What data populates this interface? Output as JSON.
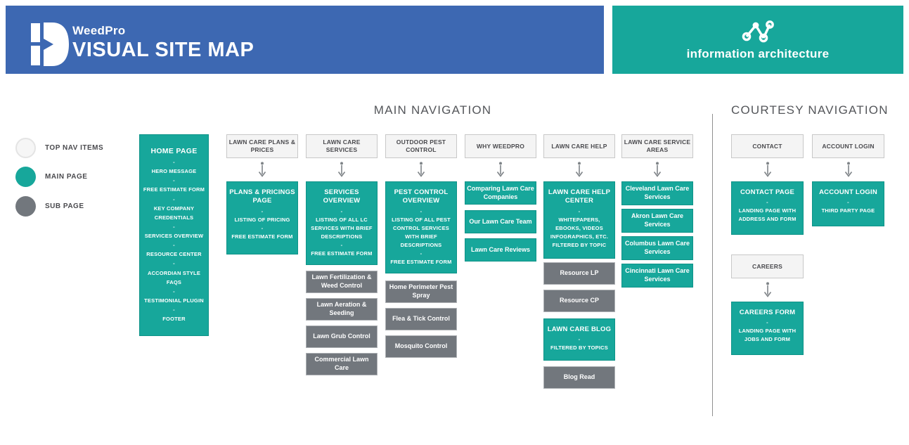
{
  "header": {
    "brand": "WeedPro",
    "title": "VISUAL SITE MAP",
    "badge": "information architecture",
    "blue": "#3d68b2",
    "teal": "#17a79b"
  },
  "legend": {
    "items": [
      {
        "label": "TOP NAV ITEMS"
      },
      {
        "label": "MAIN PAGE"
      },
      {
        "label": "SUB PAGE"
      }
    ]
  },
  "sections": {
    "main_nav_title": "MAIN NAVIGATION",
    "courtesy_nav_title": "COURTESY NAVIGATION"
  },
  "home_page": {
    "title": "HOME PAGE",
    "body": "-\nHERO MESSAGE\n-\nFREE ESTIMATE FORM\n-\nKEY COMPANY CREDENTIALS\n-\nSERVICES OVERVIEW\n-\nRESOURCE CENTER\n-\nACCORDIAN STYLE FAQS\n-\nTESTIMONIAL PLUGIN\n-\nFOOTER"
  },
  "columns": [
    {
      "nav": "LAWN CARE PLANS & PRICES",
      "main": {
        "title": "PLANS & PRICINGS PAGE",
        "body": "-\nLISTING OF PRICING\n-\nFREE ESTIMATE FORM"
      }
    },
    {
      "nav": "LAWN CARE SERVICES",
      "main": {
        "title": "SERVICES OVERVIEW",
        "body": "-\nLISTING OF ALL LC SERVICES WITH BRIEF DESCRIPTIONS\n-\nFREE ESTIMATE FORM"
      },
      "subs": [
        "Lawn Fertilization & Weed Control",
        "Lawn Aeration & Seeding",
        "Lawn Grub Control",
        "Commercial Lawn Care"
      ]
    },
    {
      "nav": "OUTDOOR PEST CONTROL",
      "main": {
        "title": "PEST CONTROL OVERVIEW",
        "body": "-\nLISTING OF ALL PEST CONTROL SERVICES WITH BRIEF DESCRIPTIONS\n-\nFREE ESTIMATE FORM"
      },
      "subs": [
        "Home Perimeter Pest Spray",
        "Flea & Tick Control",
        "Mosquito Control"
      ]
    },
    {
      "nav": "WHY WEEDPRO",
      "mains": [
        "Comparing Lawn Care Companies",
        "Our Lawn Care Team",
        "Lawn Care Reviews"
      ]
    },
    {
      "nav": "LAWN CARE HELP",
      "main": {
        "title": "LAWN CARE HELP CENTER",
        "body": "-\nWHITEPAPERS, EBOOKS, VIDEOS INFOGRAPHICS, ETC. FILTERED BY TOPIC"
      },
      "subs1": [
        "Resource LP",
        "Resource CP"
      ],
      "blog": {
        "title": "LAWN CARE BLOG",
        "body": "-\nFILTERED BY TOPICS"
      },
      "subs2": [
        "Blog Read"
      ]
    },
    {
      "nav": "LAWN CARE SERVICE AREAS",
      "mains": [
        "Cleveland Lawn Care Services",
        "Akron Lawn Care Services",
        "Columbus Lawn Care Services",
        "Cincinnati Lawn Care Services"
      ]
    }
  ],
  "courtesy": {
    "contact": {
      "nav": "CONTACT",
      "title": "CONTACT PAGE",
      "body": "-\nLANDING PAGE WITH ADDRESS AND FORM"
    },
    "account": {
      "nav": "ACCOUNT LOGIN",
      "title": "ACCOUNT LOGIN",
      "body": "-\nTHIRD PARTY PAGE"
    },
    "careers": {
      "nav": "CAREERS",
      "title": "CAREERS FORM",
      "body": "-\nLANDING PAGE WITH JOBS AND FORM"
    }
  }
}
